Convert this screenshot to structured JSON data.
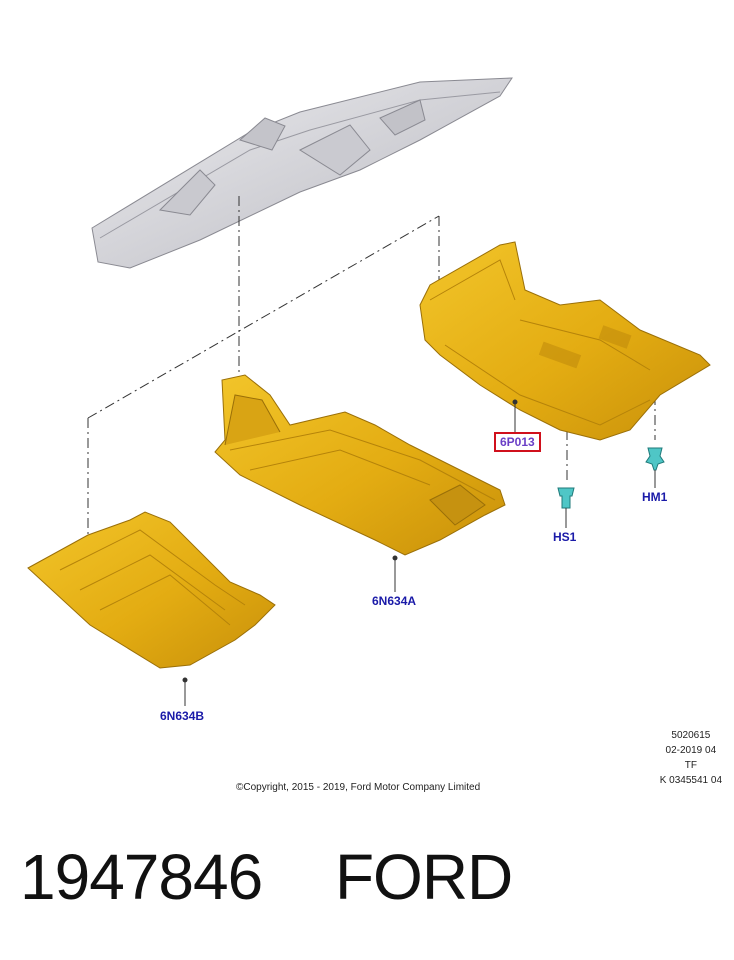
{
  "callouts": {
    "frame_part": "6P013",
    "front_shield": "6N634A",
    "rear_shield": "6N634B",
    "fastener_hs": "HS1",
    "fastener_hm": "HM1"
  },
  "meta": {
    "ref": "5020615",
    "date": "02-2019 04",
    "code": "TF",
    "illustration": "K 0345541 04"
  },
  "copyright": "©Copyright, 2015 - 2019, Ford Motor Company Limited",
  "part_number": "1947846",
  "brand": "FORD",
  "colors": {
    "shield": "#e8b416",
    "shield_dark": "#b9850a",
    "frame": "#d8d8dc",
    "clip": "#4fc6c6",
    "callout_text": "#1a1aa8",
    "highlight_box": "#d0101c"
  }
}
